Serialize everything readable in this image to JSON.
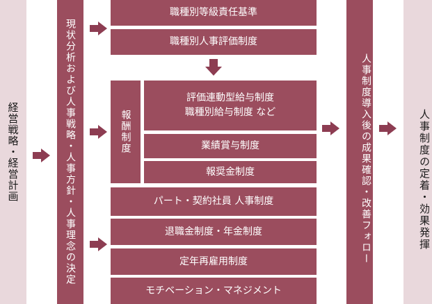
{
  "left_box": "経営戦略・経営計画",
  "analysis_box": "現状分析および人事戦略・人事方針・人事理念の決定",
  "top_boxes": [
    "職種別等級責任基準",
    "職種別人事評価制度"
  ],
  "compensation": {
    "label": "報酬制度",
    "items": [
      "評価連動型給与制度\n職種別給与制度 など",
      "業績賞与制度",
      "報奨金制度"
    ]
  },
  "bottom_boxes": [
    "パート・契約社員 人事制度",
    "退職金制度・年金制度",
    "定年再雇用制度",
    "モチベーション・マネジメント"
  ],
  "followup_box": "人事制度導入後の成果確認・改善フォロー",
  "result_box": "人事制度の定着・効果発揮",
  "colors": {
    "light": "#e9d8dc",
    "dark": "#9b4d5e",
    "arrow": "#8d3d52"
  }
}
